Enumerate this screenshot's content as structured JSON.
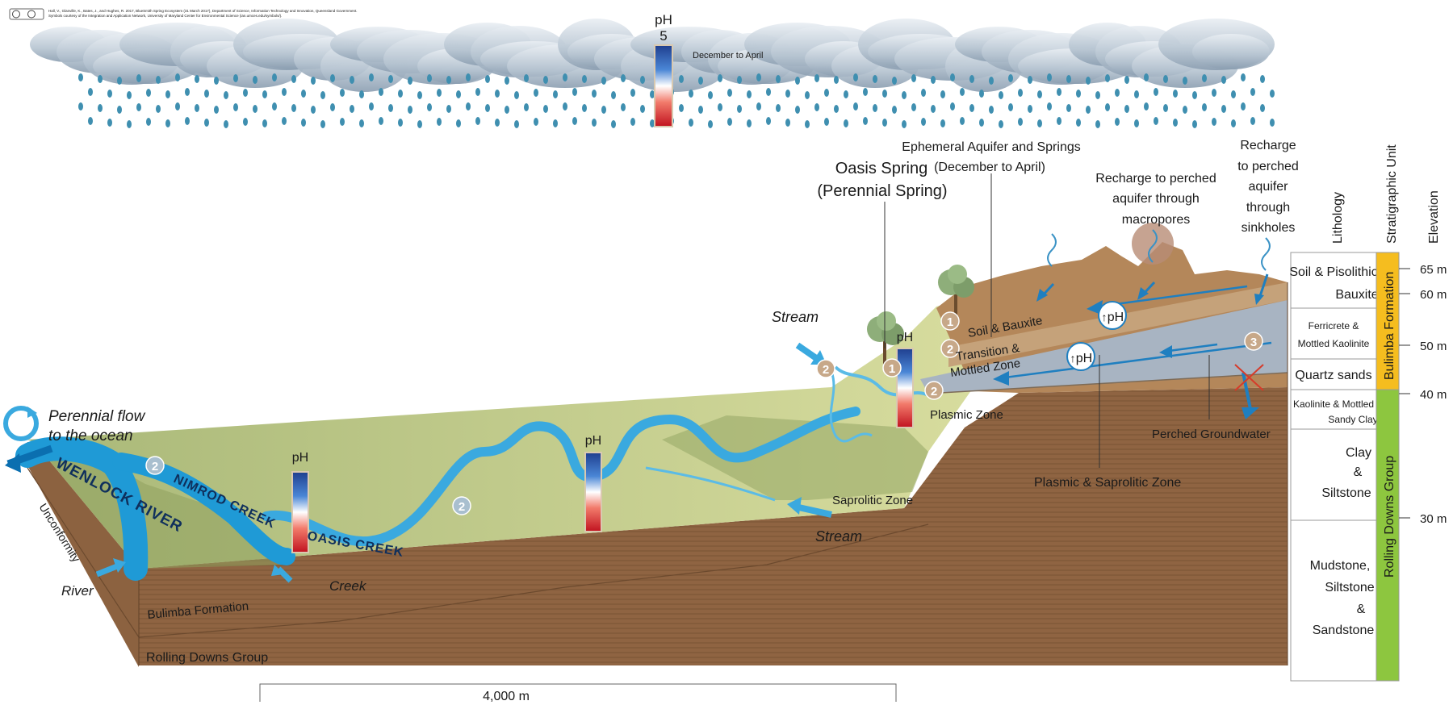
{
  "credit": {
    "line1": "Hall, V., Glanville, K., Bates, J., and Hughes, R. 2017, BlueSmith Spring Ecosystem (31 March 2017), Department of Science, Information Technology and Innovation, Queensland Government.",
    "line2": "Symbols courtesy of the Integration and Application Network, University of Maryland Center for Environmental Science (ian.umces.edu/symbols/)."
  },
  "colors": {
    "sky_cloud": "#9fb1c2",
    "rain": "#3f8fb0",
    "water": "#1f9ad6",
    "deep_water": "#0b6fb0",
    "plain_light": "#cfd69a",
    "plain_dark": "#9fae6c",
    "earth": "#8b5e3b",
    "earth_light": "#b58a63",
    "groundwater": "#a8b4c2",
    "bulimba": "#f5bd1f",
    "rolling_downs": "#8dc63f",
    "ph_high": "#1f3f8f",
    "ph_low": "#d7191c"
  },
  "rain": {
    "ph_label": "pH",
    "ph_value": "5",
    "season": "December to April"
  },
  "labels": {
    "perennial_flow_1": "Perennial flow",
    "perennial_flow_2": "to the ocean",
    "wenlock": "WENLOCK RIVER",
    "nimrod": "NIMROD CREEK",
    "oasis": "OASIS CREEK",
    "unconformity": "Unconformity",
    "river": "River",
    "creek": "Creek",
    "bulimba_formation": "Bulimba Formation",
    "rolling_downs_group": "Rolling Downs Group",
    "stream_top": "Stream",
    "stream_bottom": "Stream",
    "saprolitic_zone": "Saprolitic Zone",
    "plasmic_zone": "Plasmic Zone",
    "oasis_spring_1": "Oasis Spring",
    "oasis_spring_2": "(Perennial Spring)",
    "ephemeral_1": "Ephemeral Aquifer and Springs",
    "ephemeral_2": "(December to April)",
    "soil_bauxite": "Soil & Bauxite",
    "transition_1": "Transition &",
    "transition_2": "Mottled Zone",
    "perched_groundwater": "Perched Groundwater",
    "plasmic_saprolitic": "Plasmic & Saprolitic Zone",
    "macropores_1": "Recharge to perched",
    "macropores_2": "aquifer through",
    "macropores_3": "macropores",
    "sinkholes_1": "Recharge",
    "sinkholes_2": "to perched",
    "sinkholes_3": "aquifer",
    "sinkholes_4": "through",
    "sinkholes_5": "sinkholes",
    "ph_arrow": "pH",
    "scale": "4,000 m"
  },
  "ph_bars": [
    {
      "label": "pH"
    },
    {
      "label": "pH"
    },
    {
      "label": "pH"
    }
  ],
  "badges": [
    "1",
    "2",
    "1",
    "2",
    "2",
    "2",
    "2",
    "3"
  ],
  "column": {
    "lithology_header": "Lithology",
    "strat_header": "Stratigraphic Unit",
    "elevation_header": "Elevation",
    "lithology": [
      {
        "lines": [
          "Soil & Pisolithic",
          "Bauxite"
        ]
      },
      {
        "lines": [
          "Ferricrete &",
          "Mottled Kaolinite"
        ]
      },
      {
        "lines": [
          "Quartz sands"
        ]
      },
      {
        "lines": [
          "Kaolinite & Mottled",
          "Sandy Clay"
        ]
      },
      {
        "lines": [
          "Clay",
          "&",
          "Siltstone"
        ]
      },
      {
        "lines": [
          "Mudstone,",
          "Siltstone",
          "&",
          "Sandstone"
        ]
      }
    ],
    "units": [
      {
        "name": "Bulimba Formation"
      },
      {
        "name": "Rolling Downs Group"
      }
    ],
    "elevations": [
      "65 m",
      "60 m",
      "50 m",
      "40 m",
      "30 m"
    ]
  }
}
